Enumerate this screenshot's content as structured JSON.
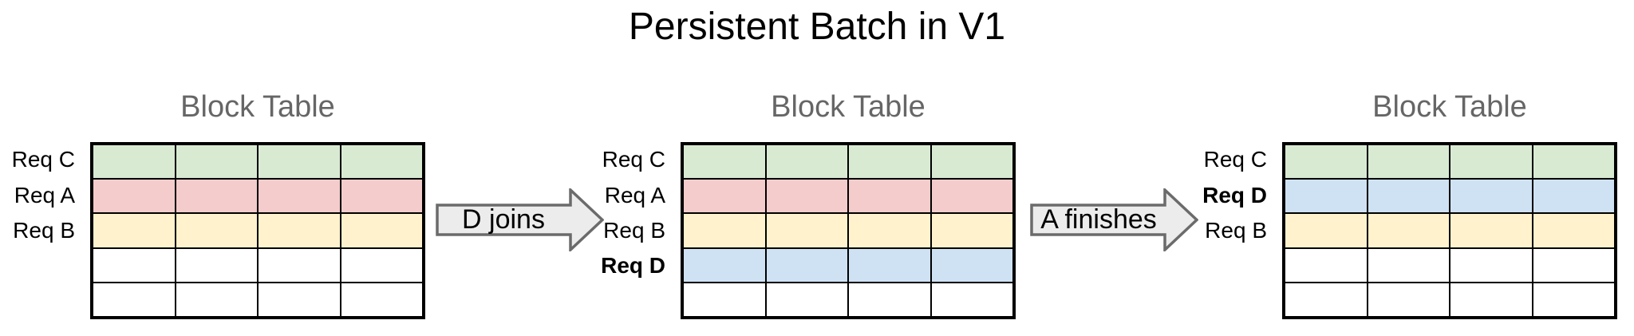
{
  "title": "Persistent Batch in V1",
  "colors": {
    "green": "#d9ead3",
    "red": "#f4cccc",
    "yellow": "#fff2cc",
    "blue": "#cfe2f3",
    "white": "#ffffff",
    "caption-gray": "#666666",
    "arrow-fill": "#ececec",
    "arrow-border": "#6b6b6b",
    "cell-border": "#000000",
    "title-color": "#000000",
    "label-color": "#000000"
  },
  "panels": [
    {
      "caption": "Block Table",
      "labels": [
        {
          "text": "Req C",
          "row": 0,
          "bold": false
        },
        {
          "text": "Req A",
          "row": 1,
          "bold": false
        },
        {
          "text": "Req B",
          "row": 2,
          "bold": false
        }
      ],
      "rows": [
        "green",
        "red",
        "yellow",
        "white",
        "white"
      ],
      "columns": 4
    },
    {
      "caption": "Block Table",
      "labels": [
        {
          "text": "Req C",
          "row": 0,
          "bold": false
        },
        {
          "text": "Req A",
          "row": 1,
          "bold": false
        },
        {
          "text": "Req B",
          "row": 2,
          "bold": false
        },
        {
          "text": "Req D",
          "row": 3,
          "bold": true
        }
      ],
      "rows": [
        "green",
        "red",
        "yellow",
        "blue",
        "white"
      ],
      "columns": 4
    },
    {
      "caption": "Block Table",
      "labels": [
        {
          "text": "Req C",
          "row": 0,
          "bold": false
        },
        {
          "text": "Req D",
          "row": 1,
          "bold": true
        },
        {
          "text": "Req B",
          "row": 2,
          "bold": false
        }
      ],
      "rows": [
        "green",
        "blue",
        "yellow",
        "white",
        "white"
      ],
      "columns": 4
    }
  ],
  "arrows": [
    {
      "label": "D joins"
    },
    {
      "label": "A finishes"
    }
  ]
}
